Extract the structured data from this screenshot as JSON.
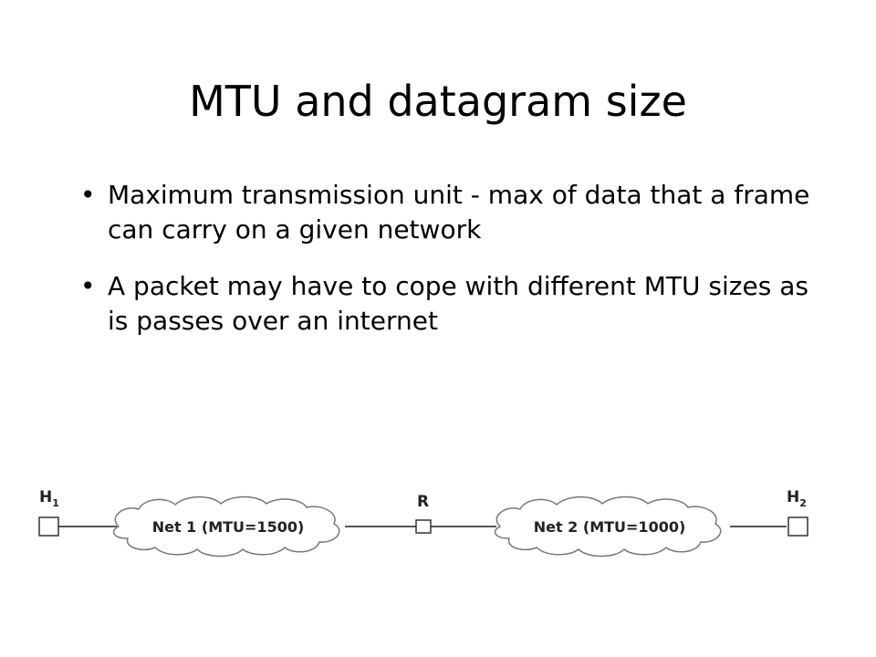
{
  "slide": {
    "title": "MTU and datagram size",
    "bullets": [
      "Maximum transmission unit - max of data that a frame can carry on a given network",
      "A packet may have to cope with different MTU sizes as is passes over an internet"
    ]
  },
  "diagram": {
    "hosts": [
      {
        "name": "H",
        "sub": "1"
      },
      {
        "name": "R",
        "sub": ""
      },
      {
        "name": "H",
        "sub": "2"
      }
    ],
    "networks": [
      {
        "label": "Net 1 (MTU=1500)"
      },
      {
        "label": "Net 2 (MTU=1000)"
      }
    ]
  }
}
